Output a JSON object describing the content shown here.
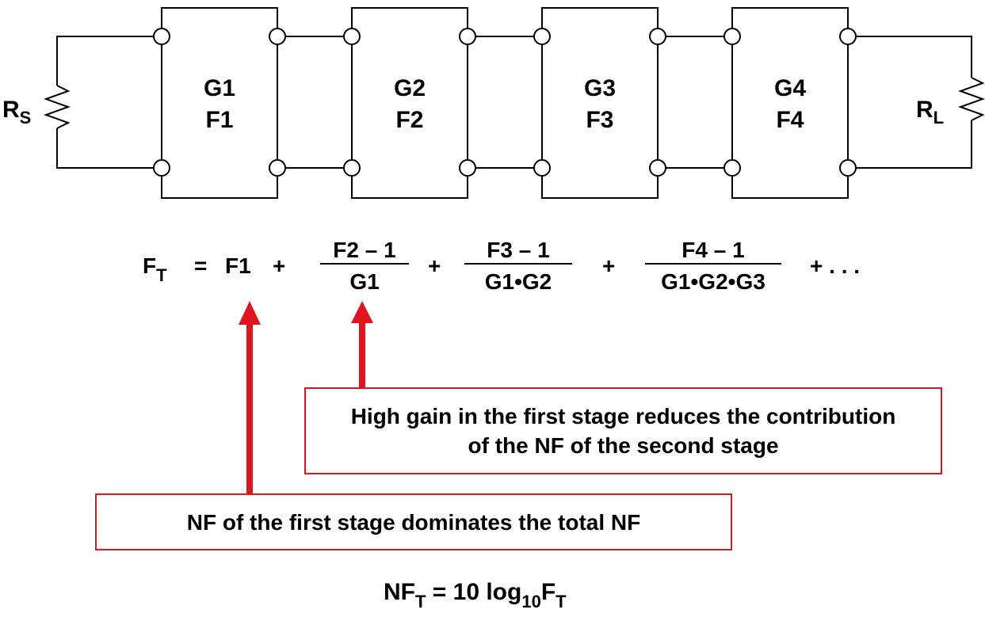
{
  "diagram": {
    "source_resistor": {
      "label": "R",
      "subscript": "S"
    },
    "load_resistor": {
      "label": "R",
      "subscript": "L"
    },
    "stages": [
      {
        "gain": "G1",
        "noise_factor": "F1"
      },
      {
        "gain": "G2",
        "noise_factor": "F2"
      },
      {
        "gain": "G3",
        "noise_factor": "F3"
      },
      {
        "gain": "G4",
        "noise_factor": "F4"
      }
    ]
  },
  "equation": {
    "lhs": "F",
    "lhs_sub": "T",
    "eq": "=",
    "first_term": "F1",
    "plus": "+",
    "terms": [
      {
        "num": "F2 – 1",
        "den": "G1"
      },
      {
        "num": "F3 – 1",
        "den": "G1•G2"
      },
      {
        "num": "F4 – 1",
        "den": "G1•G2•G3"
      }
    ],
    "tail": "+ . . ."
  },
  "callouts": {
    "second_stage": "High gain in the first stage reduces the contribution of the NF of the second stage",
    "first_stage": "NF of the first stage dominates the total NF"
  },
  "nf_formula": {
    "nf": "NF",
    "nf_sub": "T",
    "middle": " = 10 log",
    "log_sub": "10",
    "f": "F",
    "f_sub": "T"
  },
  "colors": {
    "arrow": "#e0141e",
    "line": "#000000"
  }
}
